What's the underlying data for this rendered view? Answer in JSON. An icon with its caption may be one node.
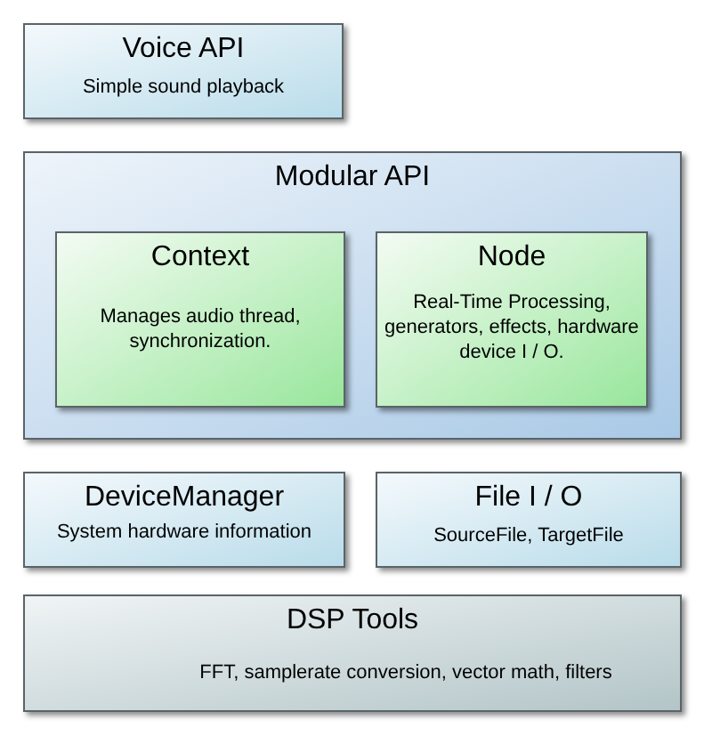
{
  "diagram": {
    "nodes": [
      {
        "text": [
          "Voice API",
          "Simple sound playback"
        ]
      },
      {
        "text": [
          "Modular API"
        ]
      },
      {
        "text": [
          "Context",
          "Manages audio thread, synchronization."
        ],
        "in": 1
      },
      {
        "text": [
          "Node",
          "Real-Time Processing, generators, effects, hardware device I / O."
        ],
        "in": 1
      },
      {
        "text": [
          "DeviceManager",
          "System hardware information"
        ]
      },
      {
        "text": [
          "File I / O",
          "SourceFile, TargetFile"
        ]
      },
      {
        "text": [
          "DSP Tools",
          "FFT, samplerate conversion, vector math, filters"
        ]
      }
    ]
  }
}
